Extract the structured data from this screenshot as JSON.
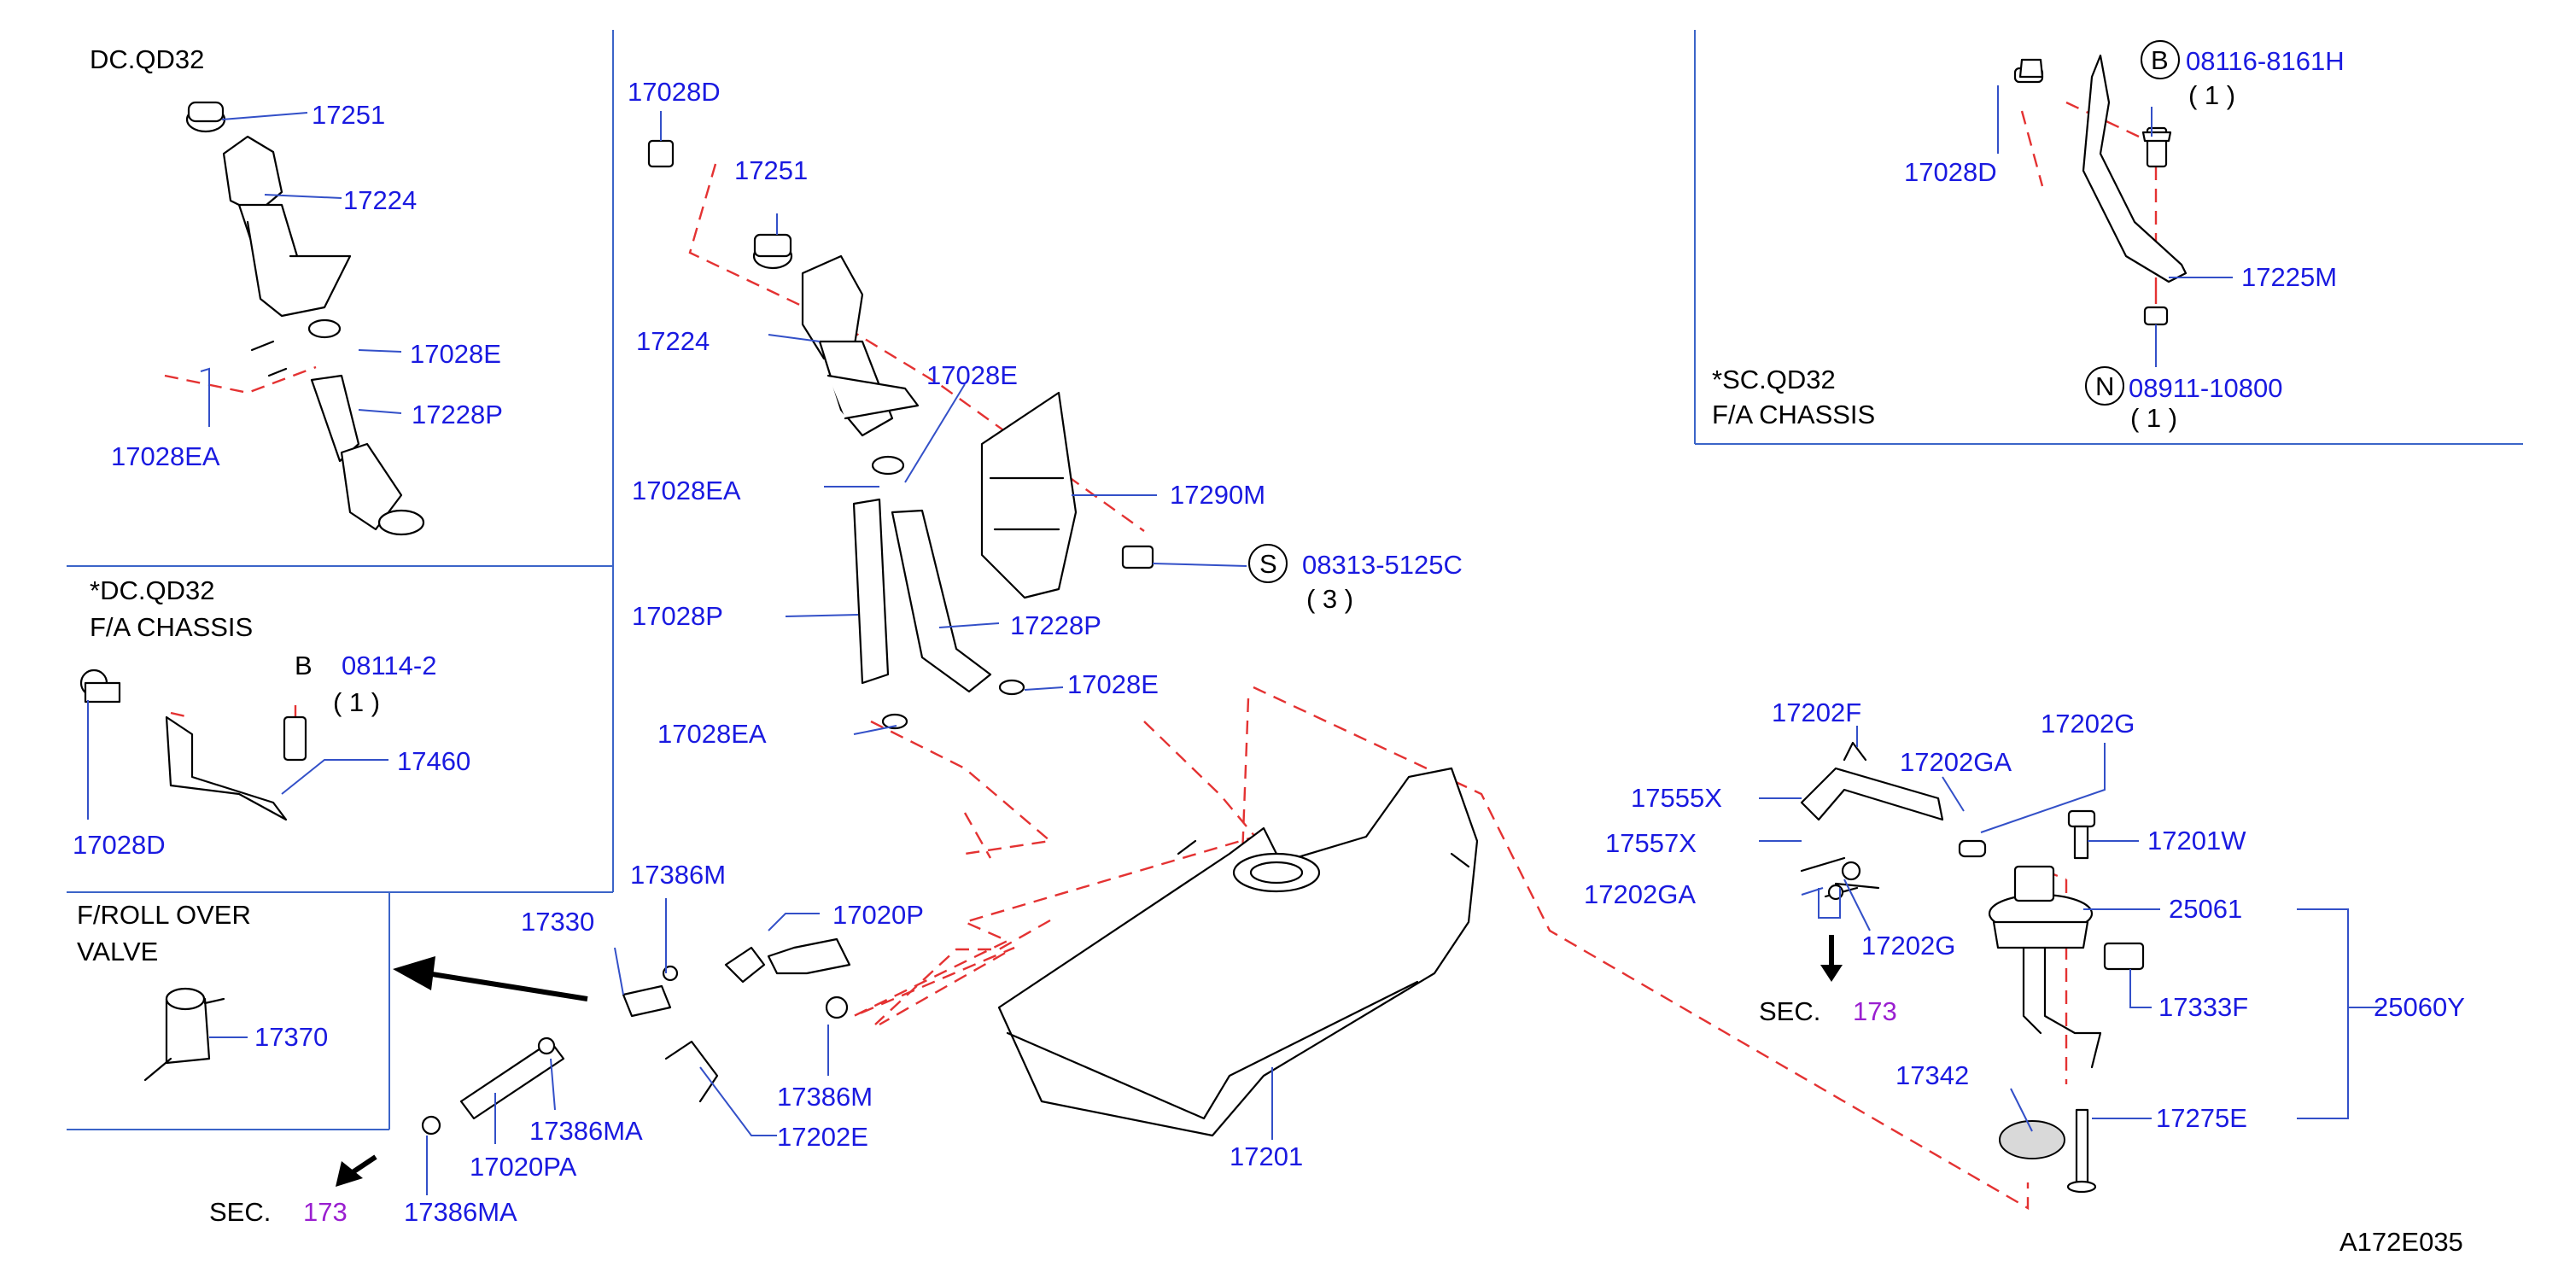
{
  "sections": {
    "dc_qd32": "DC.QD32",
    "dc_qd32_chassis_line1": "*DC.QD32",
    "dc_qd32_chassis_line2": "F/A  CHASSIS",
    "sc_qd32_line1": "*SC.QD32",
    "sc_qd32_line2": "F/A  CHASSIS",
    "rollover_line1": "F/ROLL  OVER",
    "rollover_line2": "VALVE"
  },
  "labels": {
    "p17251_a": "17251",
    "p17224_a": "17224",
    "p17028E_a": "17028E",
    "p17028EA_a": "17028EA",
    "p17228P_a": "17228P",
    "p17028D_b": "17028D",
    "p17460": "17460",
    "p17028D_main": "17028D",
    "p17251_main": "17251",
    "p17224_main": "17224",
    "p17028E_main": "17028E",
    "p17028EA_main": "17028EA",
    "p17290M": "17290M",
    "p17028P": "17028P",
    "p17228P_main": "17228P",
    "p17028E_lower": "17028E",
    "p17028EA_lower": "17028EA",
    "p08313": "08313-5125C",
    "p17028D_right": "17028D",
    "p08116": "08116-8161H",
    "p17225M": "17225M",
    "p08911": "08911-10800",
    "p17202F": "17202F",
    "p17202G_top": "17202G",
    "p17202GA_top": "17202GA",
    "p17555X": "17555X",
    "p17557X": "17557X",
    "p17202GA_left": "17202GA",
    "p17202G_lower": "17202G",
    "p17201W": "17201W",
    "p25061": "25061",
    "p17333F": "17333F",
    "p25060Y": "25060Y",
    "p17342": "17342",
    "p17275E": "17275E",
    "p17386M_top": "17386M",
    "p17330": "17330",
    "p17020P": "17020P",
    "p17370": "17370",
    "p17386MA_a": "17386MA",
    "p17020PA": "17020PA",
    "p17386M_low": "17386M",
    "p17202E": "17202E",
    "p17386MA_b": "17386MA",
    "p17201": "17201",
    "p08114_partial": "08114-2",
    "diagram_id": "A172E035"
  },
  "symbols": {
    "bolt_b": "B",
    "bolt_b2": "B",
    "screw_s": "S",
    "nut_n": "N"
  },
  "quantities": {
    "q08313": "( 3 )",
    "q08116": "( 1 )",
    "q08911": "( 1 )",
    "q08114": "( 1 )"
  },
  "section_refs": {
    "sec_left_prefix": "SEC.",
    "sec_left_num": "173",
    "sec_mid_prefix": "SEC.",
    "sec_mid_num": "173"
  },
  "colors": {
    "part_number": "#1a1ae0",
    "section_ref": "#9a1fd0",
    "dashed_leader": "#e43232",
    "frame": "#3b64c8"
  }
}
